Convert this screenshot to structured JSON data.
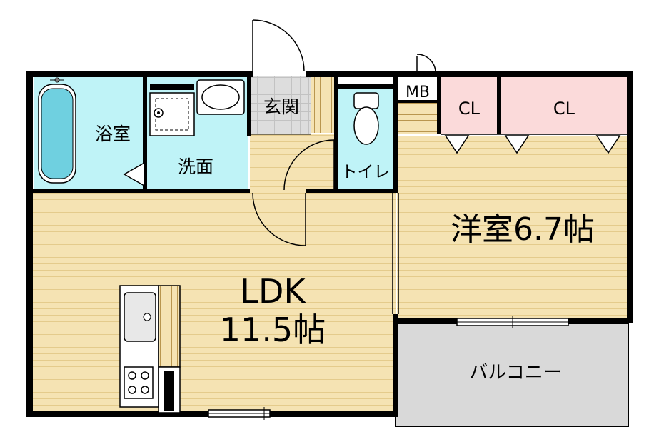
{
  "rooms": {
    "bath": "浴室",
    "washroom": "洗面",
    "entrance": "玄関",
    "toilet": "トイレ",
    "meter_box": "MB",
    "closet_1": "CL",
    "closet_2": "CL",
    "western_room_line1": "洋室6.7帖",
    "ldk_line1": "LDK",
    "ldk_line2": "11.5帖",
    "balcony": "バルコニー"
  },
  "colors": {
    "wall": "#000000",
    "floor_wood": "#f5e3b3",
    "wet_area": "#bff3f7",
    "entrance_tile": "#dddddd",
    "closet": "#fbdada",
    "balcony": "#d9d9d9"
  },
  "icons": [
    "bathtub-icon",
    "washing-machine-icon",
    "washbasin-icon",
    "toilet-icon",
    "sink-icon",
    "stove-icon",
    "door-swing-icon"
  ]
}
